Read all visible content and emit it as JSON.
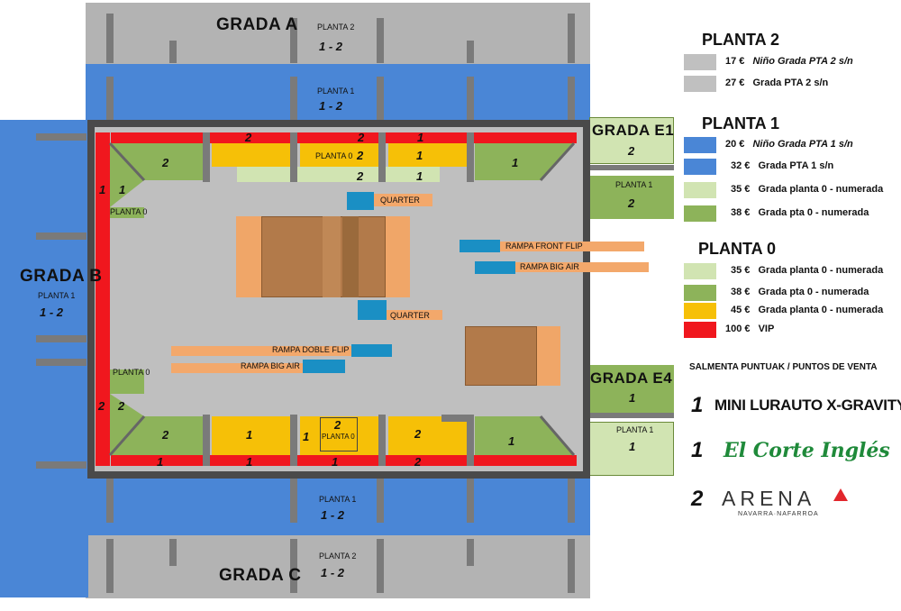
{
  "map": {
    "grada_a": {
      "title": "GRADA  A",
      "p2": "PLANTA 2",
      "p2_num": "1 - 2",
      "p1": "PLANTA 1",
      "p1_num": "1 - 2"
    },
    "grada_b": {
      "title": "GRADA B",
      "p1": "PLANTA 1",
      "p1_num": "1 - 2"
    },
    "grada_c": {
      "title": "GRADA C",
      "p1": "PLANTA 1",
      "p1_num": "1 - 2",
      "p2": "PLANTA 2",
      "p2_num": "1 - 2"
    },
    "grada_e1": {
      "title": "GRADA  E1",
      "top_num": "2",
      "p1": "PLANTA 1",
      "p1_num": "2"
    },
    "grada_e4": {
      "title": "GRADA  E4",
      "top_num": "1",
      "p1": "PLANTA 1",
      "p1_num": "1"
    },
    "floor": {
      "planta0": "PLANTA 0",
      "n1": "1",
      "n2": "2",
      "ramps": {
        "quarter_top": "QUARTER",
        "front_flip": "RAMPA FRONT FLIP",
        "big_air_right": "RAMPA BIG AIR",
        "quarter_mid": "QUARTER",
        "doble_flip": "RAMPA DOBLE FLIP",
        "big_air_left": "RAMPA BIG AIR"
      }
    }
  },
  "legend": {
    "planta2_head": "PLANTA 2",
    "planta2": [
      {
        "price": "17 €",
        "desc": "Niño Grada PTA 2 s/n",
        "italic": true,
        "color": "#c0c0c0"
      },
      {
        "price": "27 €",
        "desc": "Grada PTA 2 s/n",
        "italic": false,
        "color": "#c0c0c0"
      }
    ],
    "planta1_head": "PLANTA 1",
    "planta1": [
      {
        "price": "20 €",
        "desc": "Niño Grada PTA 1 s/n",
        "italic": true,
        "color": "#4a86d6"
      },
      {
        "price": "32 €",
        "desc": "Grada PTA 1 s/n",
        "italic": false,
        "color": "#4a86d6"
      },
      {
        "price": "35 €",
        "desc": "Grada planta 0 - numerada",
        "italic": false,
        "color": "#d1e4b2"
      },
      {
        "price": "38 €",
        "desc": "Grada pta 0 - numerada",
        "italic": false,
        "color": "#8db35a"
      }
    ],
    "planta0_head": "PLANTA 0",
    "planta0": [
      {
        "price": "35 €",
        "desc": "Grada planta 0 - numerada",
        "italic": false,
        "color": "#d1e4b2"
      },
      {
        "price": "38 €",
        "desc": "Grada pta 0 - numerada",
        "italic": false,
        "color": "#8db35a"
      },
      {
        "price": "45 €",
        "desc": "Grada planta 0 - numerada",
        "italic": false,
        "color": "#f6c007"
      },
      {
        "price": "100 €",
        "desc": "VIP",
        "italic": false,
        "color": "#f0171e"
      }
    ],
    "salmenta_head": "SALMENTA PUNTUAK  /  PUNTOS DE VENTA",
    "points": [
      {
        "num": "1",
        "name": "MINI LURAUTO X-GRAVITY"
      },
      {
        "num": "1",
        "name": "El Corte Inglés"
      },
      {
        "num": "2",
        "name": "ARENA",
        "sub": "NAVARRA·NAFARROA"
      }
    ]
  }
}
